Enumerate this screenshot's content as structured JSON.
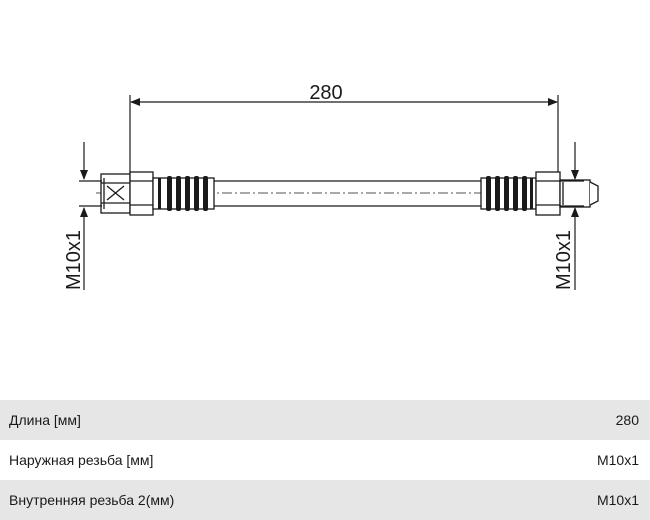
{
  "drawing": {
    "length_dimension": "280",
    "left_thread_label": "M10x1",
    "right_thread_label": "M10x1",
    "line_color": "#1a1a1a"
  },
  "specs": [
    {
      "label": "Длина [мм]",
      "value": "280"
    },
    {
      "label": "Наружная резьба [мм]",
      "value": "M10x1"
    },
    {
      "label": "Внутренняя резьба 2(мм)",
      "value": "M10x1"
    }
  ],
  "colors": {
    "row_shaded": "#e6e6e6",
    "row_plain": "#ffffff"
  }
}
